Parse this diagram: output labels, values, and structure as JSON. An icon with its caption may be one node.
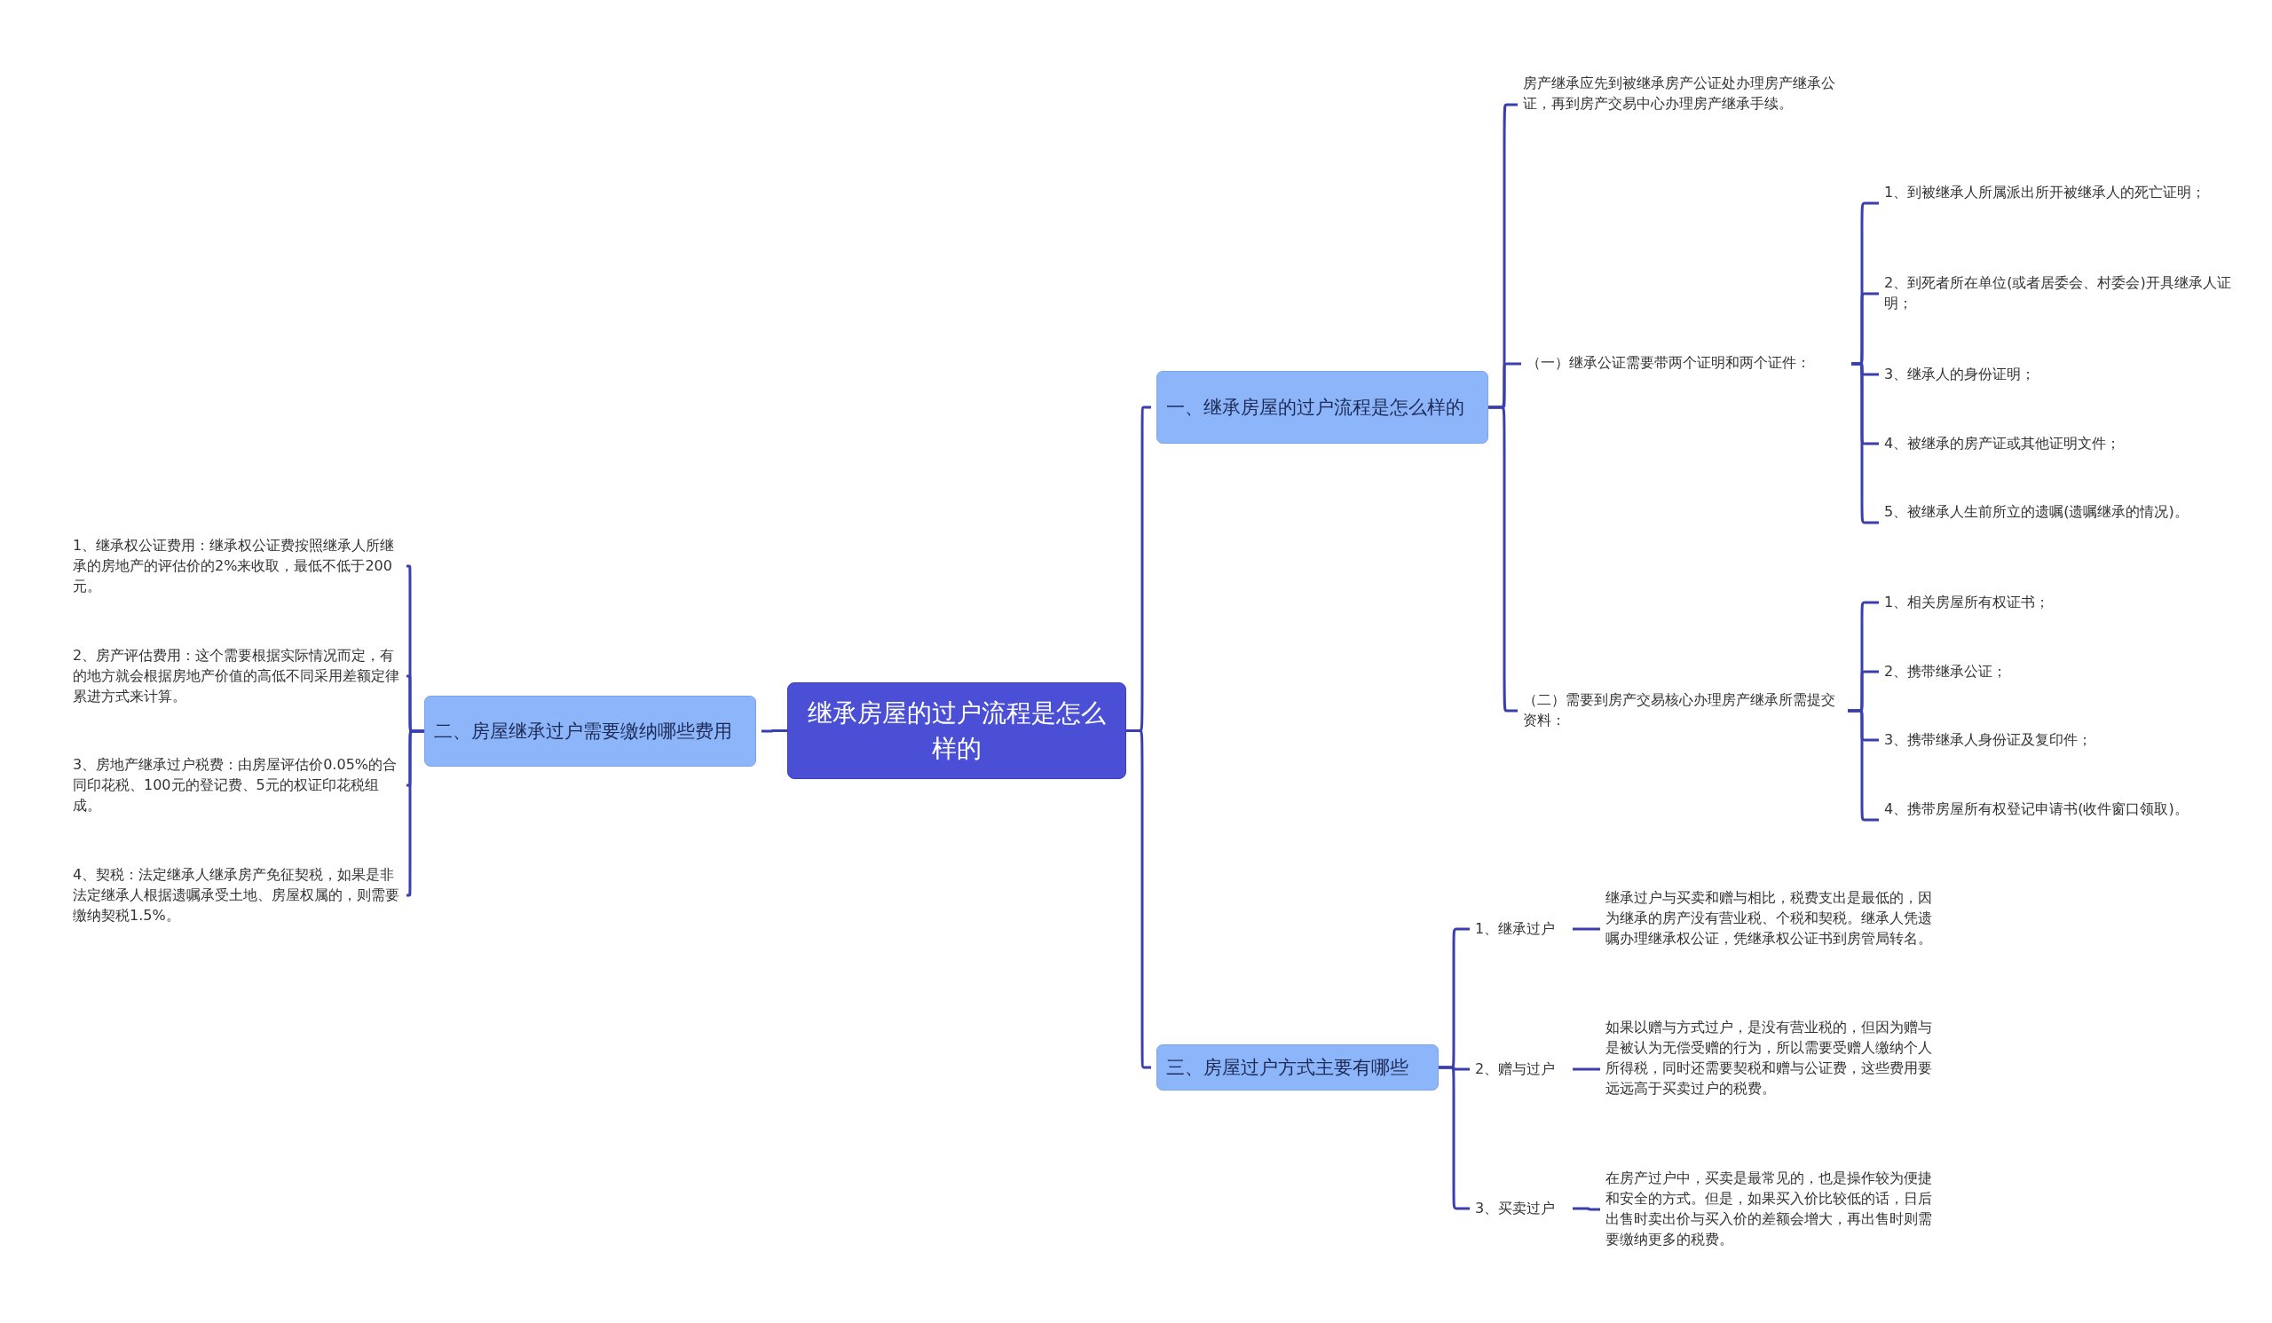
{
  "diagram": {
    "nodes": [
      {
        "text": [
          "继承房屋的过户流程是怎么样的"
        ]
      },
      {
        "text": [
          "一、继承房屋的过户流程是怎么样的"
        ]
      },
      {
        "text": [
          "房产继承应先到被继承房产公证处办理房产继承公证，再到房产交易中心办理房产继承手续。"
        ]
      },
      {
        "text": [
          "（一）继承公证需要带两个证明和两个证件："
        ]
      },
      {
        "text": [
          "1、到被继承人所属派出所开被继承人的死亡证明；"
        ]
      },
      {
        "text": [
          "2、到死者所在单位(或者居委会、村委会)开具继承人证明；"
        ]
      },
      {
        "text": [
          "3、继承人的身份证明；"
        ]
      },
      {
        "text": [
          "4、被继承的房产证或其他证明文件；"
        ]
      },
      {
        "text": [
          "5、被继承人生前所立的遗嘱(遗嘱继承的情况)。"
        ]
      },
      {
        "text": [
          "（二）需要到房产交易核心办理房产继承所需提交资料："
        ]
      },
      {
        "text": [
          "1、相关房屋所有权证书；"
        ]
      },
      {
        "text": [
          "2、携带继承公证；"
        ]
      },
      {
        "text": [
          "3、携带继承人身份证及复印件；"
        ]
      },
      {
        "text": [
          "4、携带房屋所有权登记申请书(收件窗口领取)。"
        ]
      },
      {
        "text": [
          "二、房屋继承过户需要缴纳哪些费用"
        ]
      },
      {
        "text": [
          "1、继承权公证费用：继承权公证费按照继承人所继承的房地产的评估价的2%来收取，最低不低于200 元。"
        ]
      },
      {
        "text": [
          "2、房产评估费用：这个需要根据实际情况而定，有的地方就会根据房地产价值的高低不同采用差额定律累进方式来计算。"
        ]
      },
      {
        "text": [
          "3、房地产继承过户税费：由房屋评估价0.05%的合同印花税、100元的登记费、5元的权证印花税组成。"
        ]
      },
      {
        "text": [
          "4、契税：法定继承人继承房产免征契税，如果是非法定继承人根据遗嘱承受土地、房屋权属的，则需要缴纳契税1.5%。"
        ]
      },
      {
        "text": [
          "三、房屋过户方式主要有哪些"
        ]
      },
      {
        "text": [
          "1、继承过户"
        ]
      },
      {
        "text": [
          "继承过户与买卖和赠与相比，税费支出是最低的，因为继承的房产没有营业税、个税和契税。继承人凭遗嘱办理继承权公证，凭继承权公证书到房管局转名。"
        ]
      },
      {
        "text": [
          "2、赠与过户"
        ]
      },
      {
        "text": [
          "如果以赠与方式过户，是没有营业税的，但因为赠与是被认为无偿受赠的行为，所以需要受赠人缴纳个人所得税，同时还需要契税和赠与公证费，这些费用要远远高于买卖过户的税费。"
        ]
      },
      {
        "text": [
          "3、买卖过户"
        ]
      },
      {
        "text": [
          "在房产过户中，买卖是最常见的，也是操作较为便捷和安全的方式。但是，如果买入价比较低的话，日后出售时卖出价与买入价的差额会增大，再出售时则需要缴纳更多的税费。"
        ]
      }
    ],
    "edges": [
      {
        "from": 0,
        "to": 1,
        "arrow": "none"
      },
      {
        "from": 1,
        "to": 2,
        "arrow": "none"
      },
      {
        "from": 1,
        "to": 3,
        "arrow": "none"
      },
      {
        "from": 3,
        "to": 4,
        "arrow": "none"
      },
      {
        "from": 3,
        "to": 5,
        "arrow": "none"
      },
      {
        "from": 3,
        "to": 6,
        "arrow": "none"
      },
      {
        "from": 3,
        "to": 7,
        "arrow": "none"
      },
      {
        "from": 3,
        "to": 8,
        "arrow": "none"
      },
      {
        "from": 1,
        "to": 9,
        "arrow": "none"
      },
      {
        "from": 9,
        "to": 10,
        "arrow": "none"
      },
      {
        "from": 9,
        "to": 11,
        "arrow": "none"
      },
      {
        "from": 9,
        "to": 12,
        "arrow": "none"
      },
      {
        "from": 9,
        "to": 13,
        "arrow": "none"
      },
      {
        "from": 0,
        "to": 14,
        "arrow": "none"
      },
      {
        "from": 14,
        "to": 15,
        "arrow": "none"
      },
      {
        "from": 14,
        "to": 16,
        "arrow": "none"
      },
      {
        "from": 14,
        "to": 17,
        "arrow": "none"
      },
      {
        "from": 14,
        "to": 18,
        "arrow": "none"
      },
      {
        "from": 0,
        "to": 19,
        "arrow": "none"
      },
      {
        "from": 19,
        "to": 20,
        "arrow": "none"
      },
      {
        "from": 20,
        "to": 21,
        "arrow": "none"
      },
      {
        "from": 19,
        "to": 22,
        "arrow": "none"
      },
      {
        "from": 22,
        "to": 23,
        "arrow": "none"
      },
      {
        "from": 19,
        "to": 24,
        "arrow": "none"
      },
      {
        "from": 24,
        "to": 25,
        "arrow": "none"
      }
    ]
  }
}
